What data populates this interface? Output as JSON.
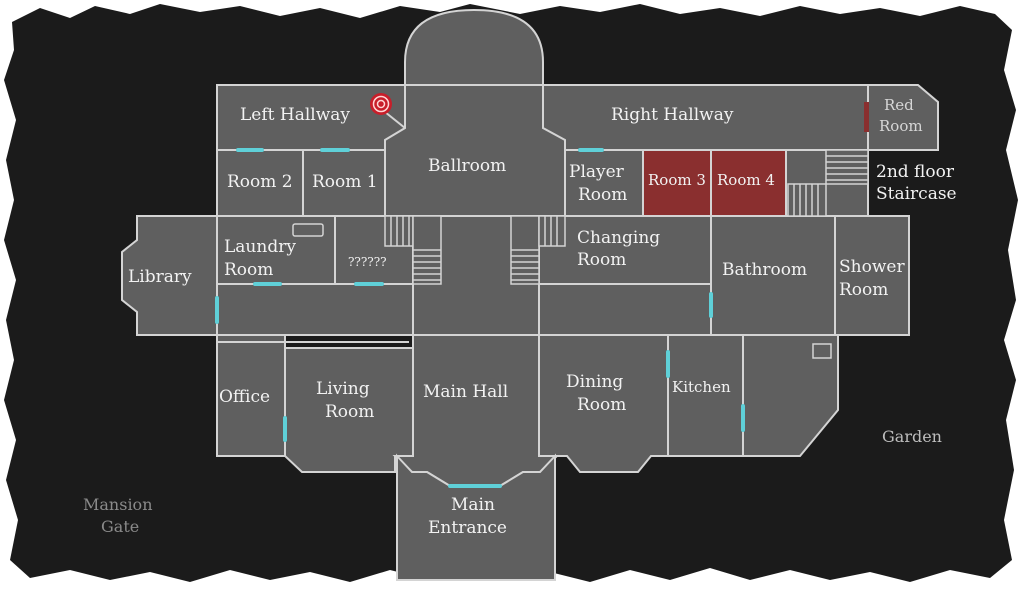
{
  "map": {
    "rooms": {
      "left_hallway": "Left Hallway",
      "right_hallway": "Right Hallway",
      "red_room": [
        "Red",
        "Room"
      ],
      "ballroom": "Ballroom",
      "room2": "Room 2",
      "room1": "Room 1",
      "player_room": [
        "Player",
        "Room"
      ],
      "room3": "Room 3",
      "room4": "Room 4",
      "staircase": [
        "2nd floor",
        "Staircase"
      ],
      "library": "Library",
      "laundry_room": [
        "Laundry",
        "Room"
      ],
      "unknown_room": "??????",
      "changing_room": [
        "Changing",
        "Room"
      ],
      "bathroom": "Bathroom",
      "shower_room": [
        "Shower",
        "Room"
      ],
      "office": "Office",
      "living_room": [
        "Living",
        "Room"
      ],
      "main_hall": "Main Hall",
      "dining_room": [
        "Dining",
        "Room"
      ],
      "kitchen": "Kitchen",
      "main_entrance": [
        "Main",
        "Entrance"
      ]
    },
    "outdoor": {
      "garden": "Garden",
      "mansion_gate": [
        "Mansion",
        "Gate"
      ]
    },
    "colors": {
      "background": "#1b1b1b",
      "floor": "#5f5f5f",
      "wall": "#d4d4d4",
      "door": "#5fd0d8",
      "locked_room": "#8a2f2f",
      "player_marker": "#c81e2a"
    },
    "marker": "target-icon"
  }
}
